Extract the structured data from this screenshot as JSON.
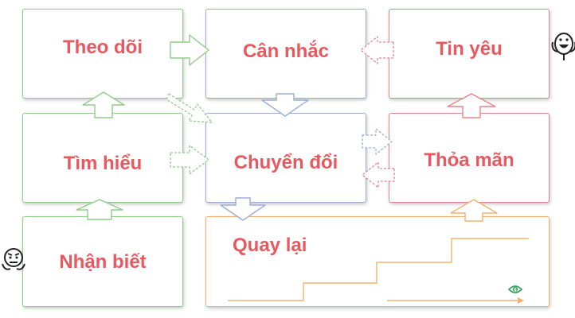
{
  "stages": {
    "theo_doi": "Theo dõi",
    "can_nhac": "Cân nhắc",
    "tin_yeu": "Tin yêu",
    "tim_hieu": "Tìm hiểu",
    "chuyen_doi": "Chuyển đổi",
    "thoa_man": "Thỏa mãn",
    "nhan_biet": "Nhận biết",
    "quay_lai": "Quay lại"
  },
  "colors": {
    "label": "#e8585e",
    "green": "#90cc8a",
    "blue": "#9aaed6",
    "red": "#e3868b",
    "orange": "#f2b26e"
  },
  "icons": [
    "happy-face-icon",
    "angry-face-icon",
    "eye-dollar-icon"
  ]
}
